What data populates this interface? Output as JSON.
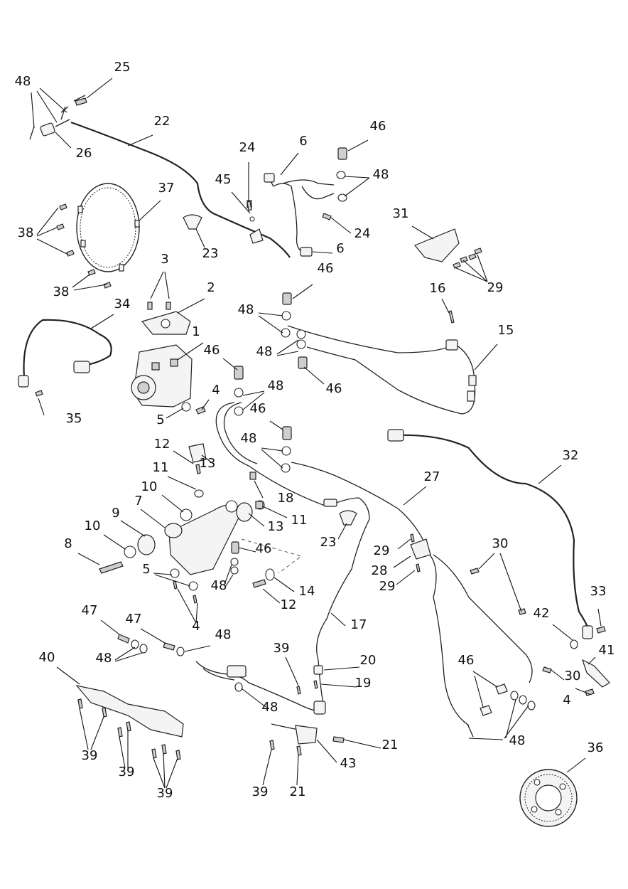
{
  "labels": [
    {
      "n": "1"
    },
    {
      "n": "2"
    },
    {
      "n": "3"
    },
    {
      "n": "4"
    },
    {
      "n": "4"
    },
    {
      "n": "4"
    },
    {
      "n": "5"
    },
    {
      "n": "5"
    },
    {
      "n": "6"
    },
    {
      "n": "6"
    },
    {
      "n": "7"
    },
    {
      "n": "8"
    },
    {
      "n": "9"
    },
    {
      "n": "10"
    },
    {
      "n": "10"
    },
    {
      "n": "11"
    },
    {
      "n": "11"
    },
    {
      "n": "12"
    },
    {
      "n": "12"
    },
    {
      "n": "13"
    },
    {
      "n": "13"
    },
    {
      "n": "14"
    },
    {
      "n": "15"
    },
    {
      "n": "16"
    },
    {
      "n": "17"
    },
    {
      "n": "18"
    },
    {
      "n": "19"
    },
    {
      "n": "20"
    },
    {
      "n": "21"
    },
    {
      "n": "21"
    },
    {
      "n": "22"
    },
    {
      "n": "23"
    },
    {
      "n": "23"
    },
    {
      "n": "24"
    },
    {
      "n": "24"
    },
    {
      "n": "25"
    },
    {
      "n": "26"
    },
    {
      "n": "27"
    },
    {
      "n": "28"
    },
    {
      "n": "29"
    },
    {
      "n": "29"
    },
    {
      "n": "29"
    },
    {
      "n": "30"
    },
    {
      "n": "30"
    },
    {
      "n": "31"
    },
    {
      "n": "32"
    },
    {
      "n": "33"
    },
    {
      "n": "34"
    },
    {
      "n": "35"
    },
    {
      "n": "36"
    },
    {
      "n": "37"
    },
    {
      "n": "38"
    },
    {
      "n": "38"
    },
    {
      "n": "39"
    },
    {
      "n": "39"
    },
    {
      "n": "39"
    },
    {
      "n": "39"
    },
    {
      "n": "39"
    },
    {
      "n": "40"
    },
    {
      "n": "41"
    },
    {
      "n": "42"
    },
    {
      "n": "43"
    },
    {
      "n": "45"
    },
    {
      "n": "46"
    },
    {
      "n": "46"
    },
    {
      "n": "46"
    },
    {
      "n": "46"
    },
    {
      "n": "46"
    },
    {
      "n": "46"
    },
    {
      "n": "46"
    },
    {
      "n": "47"
    },
    {
      "n": "47"
    },
    {
      "n": "48"
    },
    {
      "n": "48"
    },
    {
      "n": "48"
    },
    {
      "n": "48"
    },
    {
      "n": "48"
    },
    {
      "n": "48"
    },
    {
      "n": "48"
    },
    {
      "n": "48"
    },
    {
      "n": "48"
    },
    {
      "n": "48"
    },
    {
      "n": "48"
    }
  ]
}
